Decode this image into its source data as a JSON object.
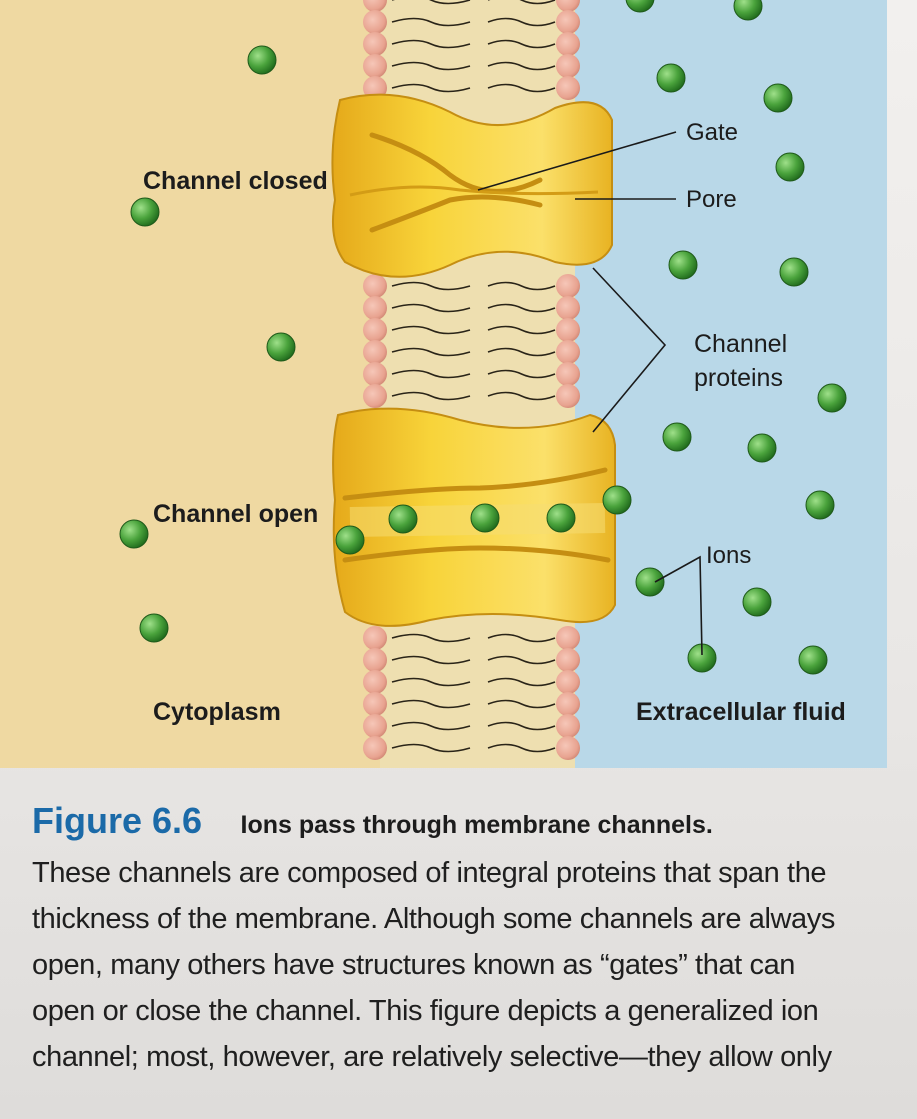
{
  "colors": {
    "cytoplasm": "#efd9a2",
    "extracellular": "#b9d8e8",
    "channel_protein": "#f6cc2e",
    "phospholipid_head": "#e8a390",
    "ion": "#4aa33c",
    "figure_number": "#1b6aa8"
  },
  "labels": {
    "gate": "Gate",
    "pore": "Pore",
    "channel_closed": "Channel closed",
    "channel_proteins_line1": "Channel",
    "channel_proteins_line2": "proteins",
    "channel_open": "Channel open",
    "ions": "Ions",
    "cytoplasm": "Cytoplasm",
    "extracellular_fluid": "Extracellular fluid"
  },
  "caption": {
    "figure_number": "Figure 6.6",
    "title": "Ions pass through membrane channels.",
    "body_lines": [
      "These channels are composed of integral proteins that span the",
      "thickness of the membrane. Although some channels are always",
      "open, many others have structures known as “gates” that can",
      "open or close the channel. This figure depicts a generalized ion",
      "channel; most, however, are relatively selective—they allow only"
    ]
  }
}
